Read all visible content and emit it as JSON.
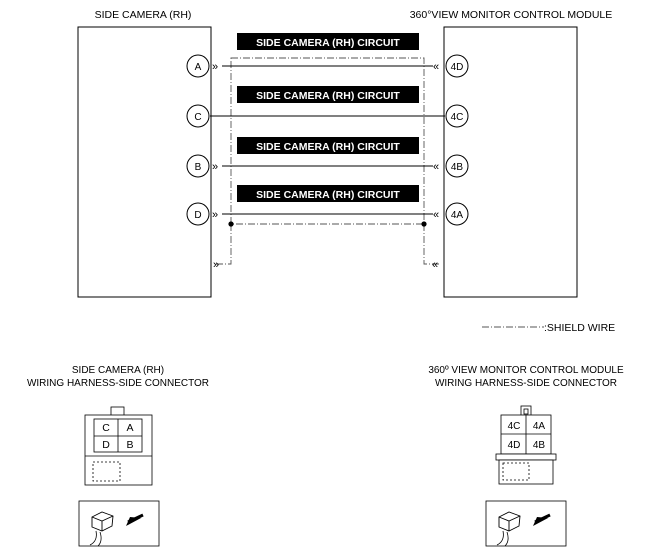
{
  "labels": {
    "left_module": "SIDE CAMERA (RH)",
    "right_module": "360°VIEW MONITOR CONTROL MODULE",
    "shield_wire": ":SHIELD WIRE",
    "left_connector_line1": "SIDE CAMERA (RH)",
    "left_connector_line2": "WIRING HARNESS-SIDE CONNECTOR",
    "right_connector_line1": "360º VIEW MONITOR CONTROL MODULE",
    "right_connector_line2": "WIRING HARNESS-SIDE CONNECTOR"
  },
  "circuits": [
    {
      "label": "SIDE CAMERA (RH) CIRCUIT",
      "left_pin": "A",
      "right_pin": "4D"
    },
    {
      "label": "SIDE CAMERA (RH) CIRCUIT",
      "left_pin": "C",
      "right_pin": "4C"
    },
    {
      "label": "SIDE CAMERA (RH) CIRCUIT",
      "left_pin": "B",
      "right_pin": "4B"
    },
    {
      "label": "SIDE CAMERA (RH) CIRCUIT",
      "left_pin": "D",
      "right_pin": "4A"
    }
  ],
  "left_connector_cells": [
    "C",
    "A",
    "D",
    "B"
  ],
  "right_connector_cells": [
    "4C",
    "4A",
    "4D",
    "4B"
  ],
  "colors": {
    "line": "#000000",
    "label_bg": "#000000",
    "label_text": "#ffffff",
    "shield": "#555555"
  }
}
